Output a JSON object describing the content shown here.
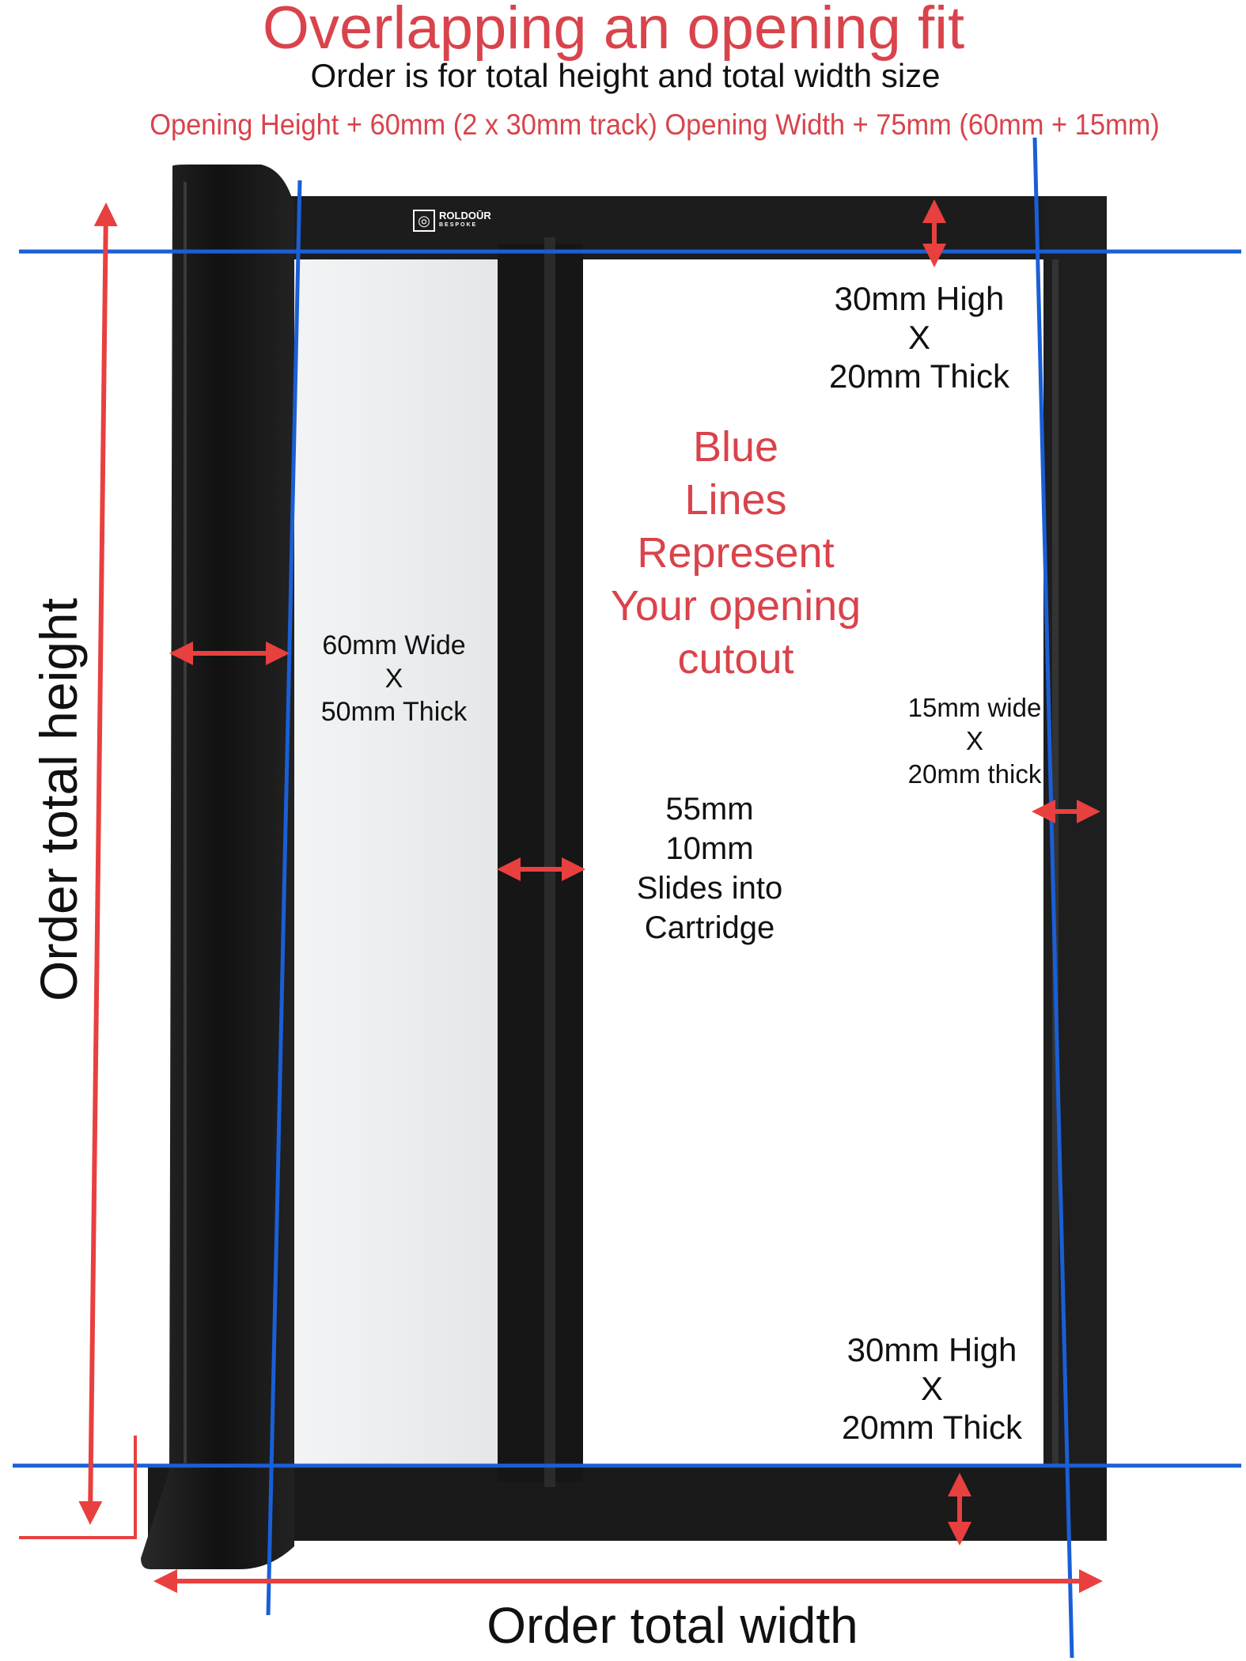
{
  "header": {
    "title": "Overlapping an opening fit",
    "subtitle": "Order is for total height and total width size",
    "formula": "Opening Height + 60mm (2 x 30mm track) Opening Width + 75mm (60mm + 15mm)"
  },
  "labels": {
    "top_rail": [
      "30mm High",
      "X",
      "20mm Thick"
    ],
    "bottom_rail": [
      "30mm High",
      "X",
      "20mm Thick"
    ],
    "blue_note": [
      "Blue",
      "Lines",
      "Represent",
      "Your opening",
      "cutout"
    ],
    "cassette": [
      "60mm Wide",
      "X",
      "50mm Thick"
    ],
    "side_track": [
      "15mm wide",
      "X",
      "20mm thick"
    ],
    "handle_bar": [
      "55mm",
      "10mm",
      "Slides into",
      "Cartridge"
    ],
    "order_height": "Order total height",
    "order_width": "Order total width"
  },
  "logo": {
    "brand": "ROLDOŪR",
    "sub": "BESPOKE"
  },
  "colors": {
    "red": "#e8403f",
    "blue": "#1a5fd6",
    "frame": "#1c1c1c",
    "text_red": "#d9434b"
  }
}
